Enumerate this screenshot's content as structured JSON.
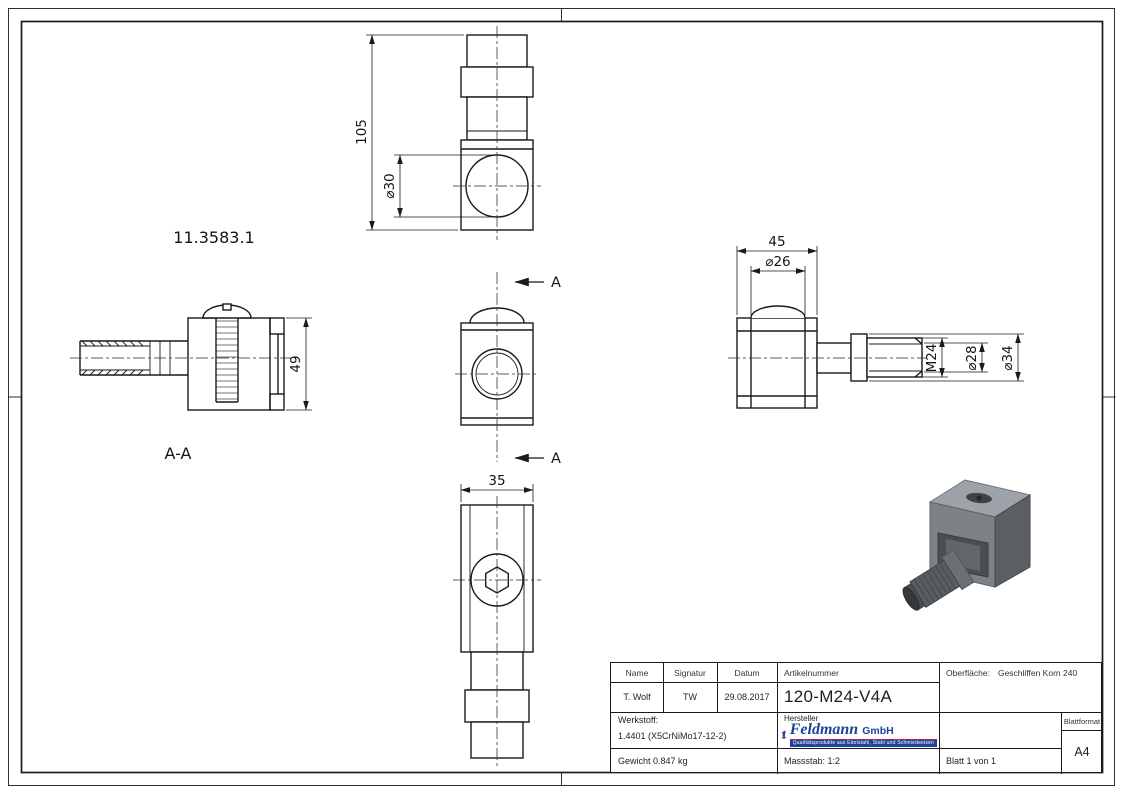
{
  "drawing": {
    "part_ref": "11.3583.1",
    "section_label": "A-A",
    "section_arrow": "A",
    "dims": {
      "total_height": "105",
      "bore": "⌀30",
      "body_height": "49",
      "body_width": "45",
      "cap_dia": "⌀26",
      "thread": "M24",
      "shaft_dia": "⌀28",
      "collar_dia": "⌀34",
      "depth": "35"
    }
  },
  "title_block": {
    "headers": {
      "name": "Name",
      "signatur": "Signatur",
      "datum": "Datum",
      "artikelnummer": "Artikelnummer",
      "hersteller": "Hersteller",
      "blattformat": "Blattformat",
      "werkstoff": "Werkstoff:",
      "oberflaeche": "Oberfläche:"
    },
    "values": {
      "name": "T. Wolf",
      "signatur": "TW",
      "datum": "29.08.2017",
      "artikelnummer": "120-M24-V4A",
      "werkstoff": "1.4401 (X5CrNiMo17-12-2)",
      "oberflaeche": "Geschliffen Korn 240",
      "blattformat": "A4",
      "gewicht": "Gewicht 0.847 kg",
      "massstab": "Massstab: 1:2",
      "blatt": "Blatt 1 von 1"
    }
  },
  "logo": {
    "name": "Feldmann",
    "suffix": "GmbH",
    "tagline": "Qualitätsprodukte aus Edelstahl, Stahl und Schmiedeeisen",
    "blue": "#1c449c",
    "red": "#cf1f2e"
  },
  "colors": {
    "line": "#1a1a1a",
    "render_light": "#9da3a8",
    "render_mid": "#7d8287",
    "render_dark": "#5a5f64"
  }
}
